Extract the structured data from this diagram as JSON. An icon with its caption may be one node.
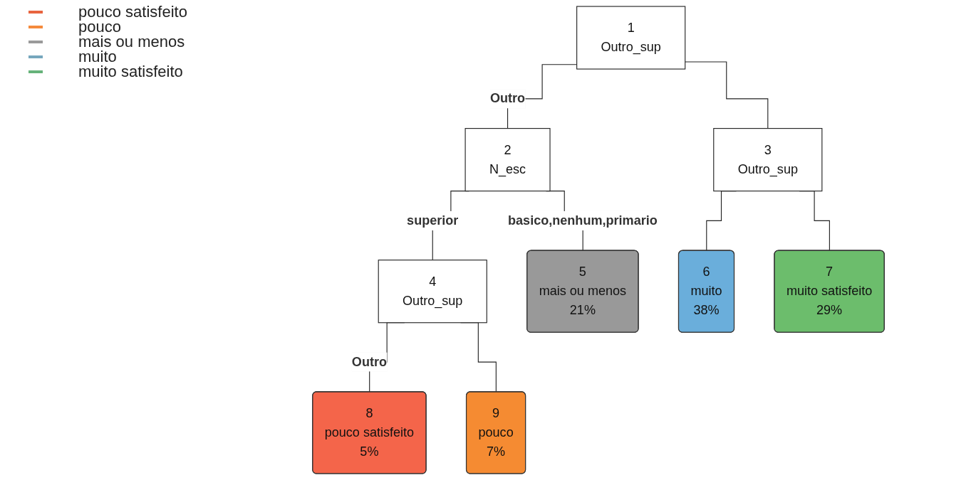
{
  "diagram": {
    "nodes": [
      {
        "text": [
          "1",
          "Outro_sup"
        ]
      },
      {
        "text": [
          "2",
          "N_esc"
        ]
      },
      {
        "text": [
          "3",
          "Outro_sup"
        ]
      },
      {
        "text": [
          "4",
          "Outro_sup"
        ]
      },
      {
        "text": [
          "8",
          "pouco satisfeito",
          "5%"
        ]
      },
      {
        "text": [
          "9",
          "pouco",
          "7%"
        ]
      },
      {
        "text": [
          "5",
          "mais ou menos",
          "21%"
        ]
      },
      {
        "text": [
          "6",
          "muito",
          "38%"
        ]
      },
      {
        "text": [
          "7",
          "muito satisfeito",
          "29%"
        ]
      }
    ],
    "edges": [
      {
        "from": 0,
        "to": 1,
        "arrow": "none",
        "label": "Outro"
      },
      {
        "from": 0,
        "to": 2,
        "arrow": "none"
      },
      {
        "from": 1,
        "to": 3,
        "arrow": "none",
        "label": "superior"
      },
      {
        "from": 1,
        "to": 6,
        "arrow": "none",
        "label": "basico,nenhum,primario"
      },
      {
        "from": 3,
        "to": 4,
        "arrow": "none",
        "label": "Outro"
      },
      {
        "from": 3,
        "to": 5,
        "arrow": "none"
      },
      {
        "from": 2,
        "to": 7,
        "arrow": "none"
      },
      {
        "from": 2,
        "to": 8,
        "arrow": "none"
      }
    ],
    "legend": [
      {
        "text": "pouco satisfeito",
        "color": "#e8643f"
      },
      {
        "text": "pouco",
        "color": "#f58a3c"
      },
      {
        "text": "mais ou menos",
        "color": "#9a9a9a"
      },
      {
        "text": "muito",
        "color": "#76a7bd"
      },
      {
        "text": "muito satisfeito",
        "color": "#66b37a"
      }
    ]
  }
}
